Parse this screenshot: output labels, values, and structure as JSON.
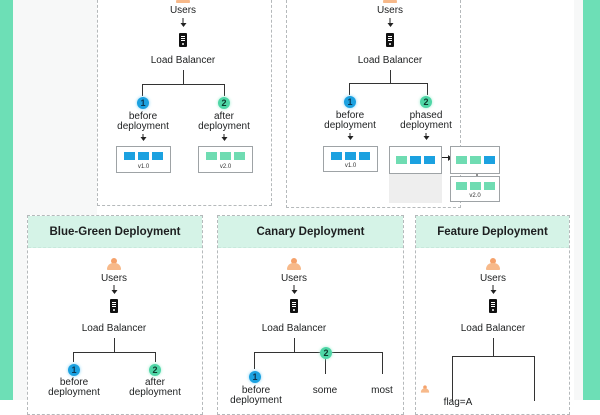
{
  "colors": {
    "accent_teal": "#6ddfb6",
    "header_bg": "#d5f3e7",
    "v1_blue": "#1ba1e0",
    "v2_green": "#6fdcb2",
    "user_orange": "#f5a26b"
  },
  "top_left_panel": {
    "users_label": "Users",
    "lb_label": "Load Balancer",
    "branches": [
      {
        "badge": "1",
        "line1": "before",
        "line2": "deployment",
        "version": "v1.0"
      },
      {
        "badge": "2",
        "line1": "after",
        "line2": "deployment",
        "version": "v2.0"
      }
    ]
  },
  "top_right_panel": {
    "users_label": "Users",
    "lb_label": "Load Balancer",
    "branches": [
      {
        "badge": "1",
        "line1": "before",
        "line2": "deployment",
        "version": "v1.0"
      },
      {
        "badge": "2",
        "line1": "phased",
        "line2": "deployment",
        "version": "v2.0"
      }
    ]
  },
  "blue_green": {
    "title": "Blue-Green Deployment",
    "users_label": "Users",
    "lb_label": "Load Balancer",
    "branches": [
      {
        "badge": "1",
        "line1": "before",
        "line2": "deployment"
      },
      {
        "badge": "2",
        "line1": "after",
        "line2": "deployment"
      }
    ]
  },
  "canary": {
    "title": "Canary Deployment",
    "users_label": "Users",
    "lb_label": "Load Balancer",
    "branches": [
      {
        "badge": "1",
        "line1": "before",
        "line2": "deployment"
      },
      {
        "badge": "2",
        "line1": "some"
      },
      {
        "line1": "most"
      }
    ]
  },
  "feature": {
    "title": "Feature Deployment",
    "users_label": "Users",
    "lb_label": "Load Balancer",
    "branches": [
      {
        "line1": "flag=A"
      }
    ]
  }
}
